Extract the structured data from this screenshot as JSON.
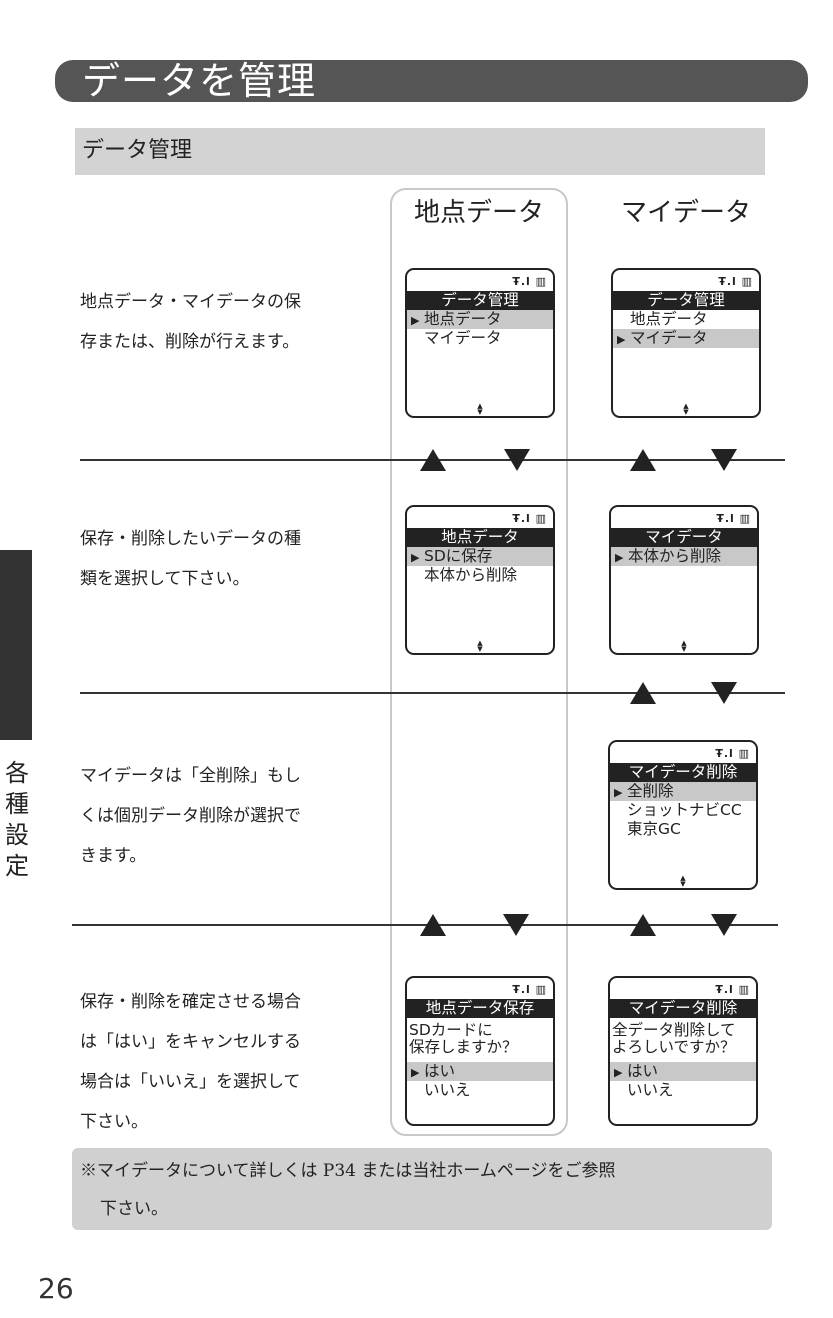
{
  "title": "データを管理",
  "subtitle": "データ管理",
  "columns": [
    "地点データ",
    "マイデータ"
  ],
  "side_tab": "各種設定",
  "steps": [
    {
      "text": [
        "地点データ・マイデータの保",
        "存または、削除が行えます。"
      ]
    },
    {
      "text": [
        "保存・削除したいデータの種",
        "類を選択して下さい。"
      ]
    },
    {
      "text": [
        "マイデータは「全削除」もし",
        "くは個別データ削除が選択で",
        "きます。"
      ]
    },
    {
      "text": [
        "保存・削除を確定させる場合",
        "は「はい」をキャンセルする",
        "場合は「いいえ」を選択して",
        "下さい。"
      ]
    }
  ],
  "screens": {
    "status_icons": "Ŧ.l ▥",
    "scroll_icon": "▲▼",
    "point_menu": {
      "header": "データ管理",
      "items": [
        "地点データ",
        "マイデータ"
      ],
      "selected": 0
    },
    "my_menu": {
      "header": "データ管理",
      "items": [
        "地点データ",
        "マイデータ"
      ],
      "selected": 1
    },
    "point_action": {
      "header": "地点データ",
      "items": [
        "SDに保存",
        "本体から削除"
      ],
      "selected": 0
    },
    "my_action": {
      "header": "マイデータ",
      "items": [
        "本体から削除"
      ],
      "selected": 0
    },
    "my_delete": {
      "header": "マイデータ削除",
      "items": [
        "全削除",
        "ショットナビCC",
        "東京GC"
      ],
      "selected": 0
    },
    "point_save_confirm": {
      "header": "地点データ保存",
      "message": [
        "SDカードに",
        "保存しますか？"
      ],
      "items": [
        "はい",
        "いいえ"
      ],
      "selected": 0
    },
    "my_delete_confirm": {
      "header": "マイデータ削除",
      "message": [
        "全データ削除して",
        "よろしいですか？"
      ],
      "items": [
        "はい",
        "いいえ"
      ],
      "selected": 0
    }
  },
  "note": [
    "※マイデータについて詳しくは P34 または当社ホームページをご参照",
    "下さい。"
  ],
  "page_number": "26"
}
